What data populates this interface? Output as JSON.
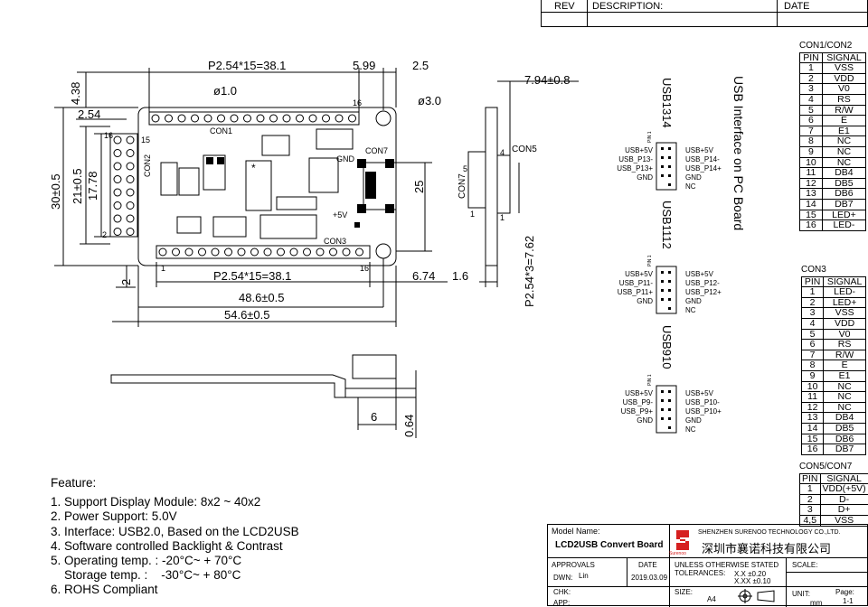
{
  "revision_block": {
    "rev": "REV",
    "description": "DESCRIPTION:",
    "date": "DATE"
  },
  "dimensions": {
    "top_pitch": "P2.54*15=38.1",
    "right_offset": "5.99",
    "edge": "2.5",
    "height_offset": "4.38",
    "hole_small": "ø1.0",
    "hole_large": "ø3.0",
    "left_offset": "2.54",
    "con2_pin": "16",
    "con2_pin2": "15",
    "overall_height": "30±0.5",
    "inner_height": "21±0.5",
    "pin_span": "17.78",
    "con7_height": "25",
    "bottom_pitch": "P2.54*15=38.1",
    "bottom_right": "6.74",
    "bottom_left": "2",
    "hole_span": "48.6±0.5",
    "overall_width": "54.6±0.5",
    "side_thickness": "7.94±0.8",
    "side_plate": "1.6",
    "side_pitch": "P2.54*3=7.62",
    "bracket_width": "6",
    "bracket_height": "0.64"
  },
  "board_labels": {
    "con1": "CON1",
    "con2": "CON2",
    "con3": "CON3",
    "con5": "CON5",
    "con7": "CON7",
    "con7_side": "CON7",
    "gnd": "GND",
    "v5": "+5V",
    "pin1": "1",
    "pin16": "16",
    "pin2": "2",
    "side4": "4",
    "side5": "5",
    "side1a": "1",
    "side1b": "1",
    "star": "*"
  },
  "usb_headers": [
    {
      "title": "USB1314",
      "pin": "PIN 1",
      "left": [
        "USB+5V",
        "USB_P13-",
        "USB_P13+",
        "GND"
      ],
      "right": [
        "USB+5V",
        "USB_P14-",
        "USB_P14+",
        "GND",
        "NC"
      ]
    },
    {
      "title": "USB1112",
      "pin": "PIN 1",
      "left": [
        "USB+5V",
        "USB_P11-",
        "USB_P11+",
        "GND"
      ],
      "right": [
        "USB+5V",
        "USB_P12-",
        "USB_P12+",
        "GND",
        "NC"
      ]
    },
    {
      "title": "USB910",
      "pin": "PIN 1",
      "left": [
        "USB+5V",
        "USB_P9-",
        "USB_P9+",
        "GND"
      ],
      "right": [
        "USB+5V",
        "USB_P10-",
        "USB_P10+",
        "GND",
        "NC"
      ]
    }
  ],
  "vertical_title": "USB Interface on PC Board",
  "con1_table": {
    "caption": "CON1/CON2",
    "headers": [
      "PIN",
      "SIGNAL"
    ],
    "rows": [
      [
        "1",
        "VSS"
      ],
      [
        "2",
        "VDD"
      ],
      [
        "3",
        "V0"
      ],
      [
        "4",
        "RS"
      ],
      [
        "5",
        "R/W"
      ],
      [
        "6",
        "E"
      ],
      [
        "7",
        "E1"
      ],
      [
        "8",
        "NC"
      ],
      [
        "9",
        "NC"
      ],
      [
        "10",
        "NC"
      ],
      [
        "11",
        "DB4"
      ],
      [
        "12",
        "DB5"
      ],
      [
        "13",
        "DB6"
      ],
      [
        "14",
        "DB7"
      ],
      [
        "15",
        "LED+"
      ],
      [
        "16",
        "LED-"
      ]
    ]
  },
  "con3_table": {
    "caption": "CON3",
    "headers": [
      "PIN",
      "SIGNAL"
    ],
    "rows": [
      [
        "1",
        "LED-"
      ],
      [
        "2",
        "LED+"
      ],
      [
        "3",
        "VSS"
      ],
      [
        "4",
        "VDD"
      ],
      [
        "5",
        "V0"
      ],
      [
        "6",
        "RS"
      ],
      [
        "7",
        "R/W"
      ],
      [
        "8",
        "E"
      ],
      [
        "9",
        "E1"
      ],
      [
        "10",
        "NC"
      ],
      [
        "11",
        "NC"
      ],
      [
        "12",
        "NC"
      ],
      [
        "13",
        "DB4"
      ],
      [
        "14",
        "DB5"
      ],
      [
        "15",
        "DB6"
      ],
      [
        "16",
        "DB7"
      ]
    ]
  },
  "con5_table": {
    "caption": "CON5/CON7",
    "headers": [
      "PIN",
      "SIGNAL"
    ],
    "rows": [
      [
        "1",
        "VDD(+5V)"
      ],
      [
        "2",
        "D-"
      ],
      [
        "3",
        "D+"
      ],
      [
        "4,5",
        "VSS"
      ]
    ]
  },
  "features": {
    "title": "Feature:",
    "items": [
      "1. Support Display Module: 8x2 ~ 40x2",
      "2. Power Support: 5.0V",
      "3. Interface: USB2.0, Based on the LCD2USB",
      "4. Software controlled Backlight & Contrast",
      "5. Operating temp. : -20°C~ + 70°C",
      "    Storage temp. :    -30°C~ + 80°C",
      "6. ROHS Compliant"
    ]
  },
  "title_block": {
    "model_label": "Model Name:",
    "model": "LCD2USB Convert Board",
    "company_en": "SHENZHEN SURENOO TECHNOLOGY CO.,LTD.",
    "company_cn": "深圳市襄诺科技有限公司",
    "logo_text": "Surenoo",
    "approvals": "APPROVALS",
    "date_label": "DATE",
    "dwn": "DWN:",
    "dwn_value": "Lin",
    "date_value": "2019.03.09",
    "chk": "CHK:",
    "app": "APP:",
    "unless": "UNLESS OTHERWISE STATED",
    "tolerances": "TOLERANCES:",
    "tol1": "X.X  ±0.20",
    "tol2": "X.XX  ±0.10",
    "size_label": "SIZE:",
    "size_value": "A4",
    "scale": "SCALE:",
    "unit": "UNIT:",
    "unit_value": "mm",
    "page": "Page:",
    "page_value": "1-1"
  },
  "colors": {
    "line": "#000000",
    "logo_red": "#d62020",
    "logo_blue": "#1a4aa0"
  }
}
